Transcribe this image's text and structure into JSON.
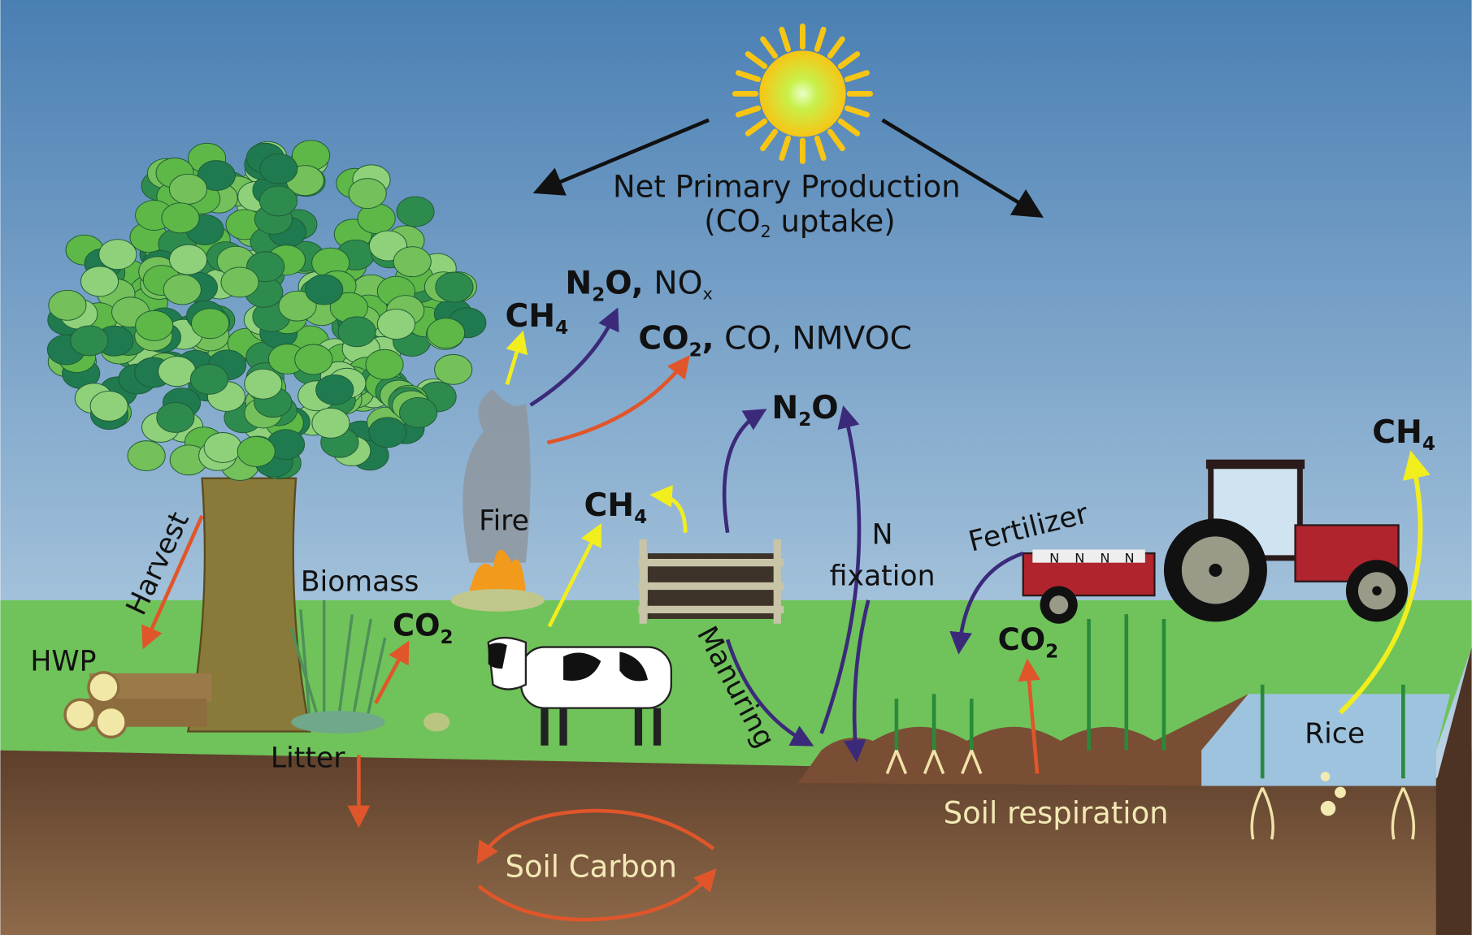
{
  "labels": {
    "npp_line1": "Net Primary Production",
    "npp_line2_a": "(CO",
    "npp_line2_sub": "2",
    "npp_line2_b": " uptake)",
    "fire_ch4": "CH",
    "fire_ch4_sub": "4",
    "fire_n2o_a": "N",
    "fire_n2o_sub": "2",
    "fire_n2o_b": "O,",
    "fire_nox": " NO",
    "fire_nox_sub": "x",
    "fire_co2_a": "CO",
    "fire_co2_sub": "2",
    "fire_co2_b": ",",
    "fire_others": " CO, NMVOC",
    "manure_n2o_a": "N",
    "manure_n2o_sub": "2",
    "manure_n2o_b": "O",
    "cow_ch4": "CH",
    "cow_ch4_sub": "4",
    "rice_ch4": "CH",
    "rice_ch4_sub": "4",
    "fire": "Fire",
    "biomass": "Biomass",
    "biomass_co2": "CO",
    "biomass_co2_sub": "2",
    "harvest": "Harvest",
    "hwp": "HWP",
    "litter": "Litter",
    "manuring": "Manuring",
    "n_fixation_1": "N",
    "n_fixation_2": "fixation",
    "fertilizer": "Fertilizer",
    "fertilizer_bag": "N",
    "soil_co2": "CO",
    "soil_co2_sub": "2",
    "soil_respiration": "Soil respiration",
    "rice": "Rice",
    "soil_carbon": "Soil Carbon"
  },
  "colors": {
    "sky_top": "#4a7fb3",
    "sky_bottom": "#d3e5f0",
    "grass": "#6fc35a",
    "soil": "#6e4c35",
    "co2_arrow": "#e0562a",
    "n_arrow": "#3b2a7a",
    "ch4_arrow": "#f2ee1e",
    "sun": "#f7d21a",
    "tractor": "#b0242e"
  }
}
